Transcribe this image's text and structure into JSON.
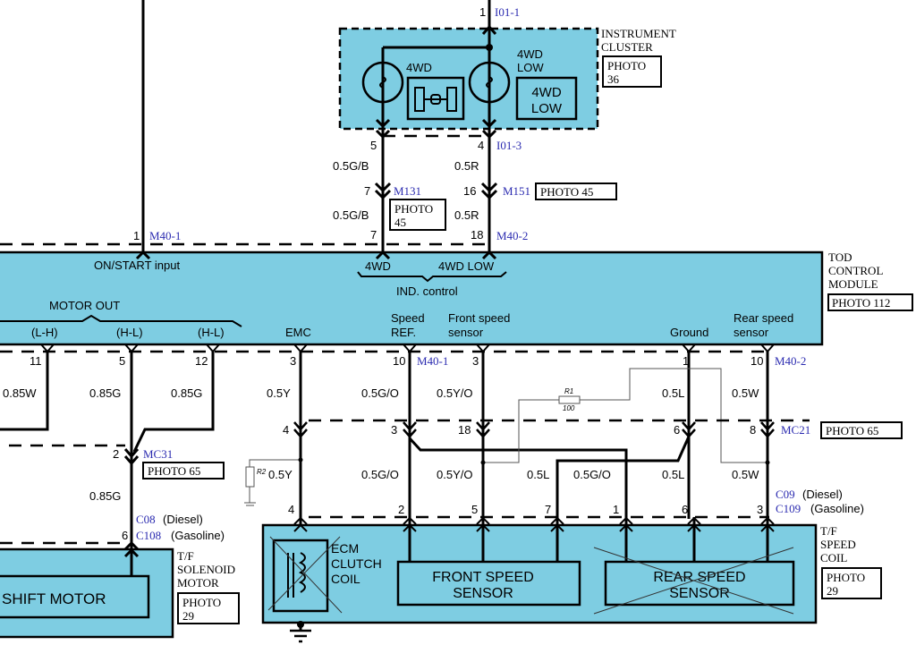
{
  "colors": {
    "module_fill": "#7ecde2",
    "connector_label": "#2b2bb0",
    "wire": "#000000"
  },
  "instrument_cluster": {
    "title_line1": "INSTRUMENT",
    "title_line2": "CLUSTER",
    "photo_line1": "PHOTO",
    "photo_line2": "36",
    "lamp_4wd": "4WD",
    "lamp_4wd_low_line1": "4WD",
    "lamp_4wd_low_line2": "LOW",
    "indicator_4wd_low_line1": "4WD",
    "indicator_4wd_low_line2": "LOW",
    "top_pin": "1",
    "top_connector": "I01-1",
    "pin_left": "5",
    "pin_right": "4",
    "bottom_connector": "I01-3"
  },
  "wires_upper": {
    "left_gauge_1": "0.5G/B",
    "right_gauge_1": "0.5R",
    "left_pin_mid": "7",
    "left_conn_mid": "M131",
    "left_photo_line1": "PHOTO",
    "left_photo_line2": "45",
    "right_pin_mid": "16",
    "right_conn_mid": "M151",
    "right_photo": "PHOTO 45",
    "left_gauge_2": "0.5G/B",
    "right_gauge_2": "0.5R",
    "left_pin_bottom": "7",
    "right_pin_bottom": "18",
    "right_conn_bottom": "M40-2",
    "on_start_pin": "1",
    "on_start_conn": "M40-1"
  },
  "tod_module": {
    "title_line1": "TOD",
    "title_line2": "CONTROL",
    "title_line3": "MODULE",
    "photo": "PHOTO 112",
    "on_start": "ON/START input",
    "ind_4wd": "4WD",
    "ind_4wd_low": "4WD LOW",
    "ind_control": "IND. control",
    "motor_out": "MOTOR OUT",
    "pins": [
      {
        "label": "(L-H)",
        "pin": "11",
        "wire": "0.85W"
      },
      {
        "label": "(H-L)",
        "pin": "5",
        "wire": "0.85G"
      },
      {
        "label": "(H-L)",
        "pin": "12",
        "wire": "0.85G"
      },
      {
        "label": "EMC",
        "pin": "3",
        "wire": "0.5Y"
      },
      {
        "label_line1": "Speed",
        "label_line2": "REF.",
        "pin": "10",
        "wire": "0.5G/O"
      },
      {
        "label_line1": "Front speed",
        "label_line2": "sensor",
        "pin": "3",
        "wire": "0.5Y/O"
      },
      {
        "label": "Ground",
        "pin": "1",
        "wire": "0.5L"
      },
      {
        "label_line1": "Rear speed",
        "label_line2": "sensor",
        "pin": "10",
        "wire": "0.5W"
      }
    ],
    "conn_m40_1": "M40-1",
    "conn_m40_2": "M40-2"
  },
  "mid_connectors": {
    "mc31_pin": "2",
    "mc31": "MC31",
    "mc31_photo": "PHOTO 65",
    "emc_pin": "4",
    "speed_ref_pin": "3",
    "front_pin": "18",
    "ground_pin": "6",
    "rear_pin": "8",
    "mc21": "MC21",
    "mc21_photo": "PHOTO 65",
    "r1": "R1",
    "r1_value": "100",
    "r2": "R2"
  },
  "wires_lower": {
    "shift": "0.85G",
    "emc": "0.5Y",
    "speed_ref": "0.5G/O",
    "front": "0.5Y/O",
    "l1": "0.5L",
    "go": "0.5G/O",
    "l2": "0.5L",
    "rear": "0.5W"
  },
  "bottom_connectors": {
    "c08": "C08",
    "c08_note": "(Diesel)",
    "c108": "C108",
    "c108_note": "(Gasoline)",
    "shift_pin": "6",
    "c09": "C09",
    "c09_note": "(Diesel)",
    "c109": "C109",
    "c109_note": "(Gasoline)",
    "pins": [
      "4",
      "2",
      "5",
      "7",
      "1",
      "6",
      "3"
    ]
  },
  "solenoid_motor": {
    "inner": "SHIFT MOTOR",
    "title_line1": "T/F",
    "title_line2": "SOLENOID",
    "title_line3": "MOTOR",
    "photo_line1": "PHOTO",
    "photo_line2": "29"
  },
  "speed_coil": {
    "ecm_line1": "ECM",
    "ecm_line2": "CLUTCH",
    "ecm_line3": "COIL",
    "front_line1": "FRONT SPEED",
    "front_line2": "SENSOR",
    "rear_line1": "REAR SPEED",
    "rear_line2": "SENSOR",
    "title_line1": "T/F",
    "title_line2": "SPEED",
    "title_line3": "COIL",
    "photo_line1": "PHOTO",
    "photo_line2": "29"
  }
}
